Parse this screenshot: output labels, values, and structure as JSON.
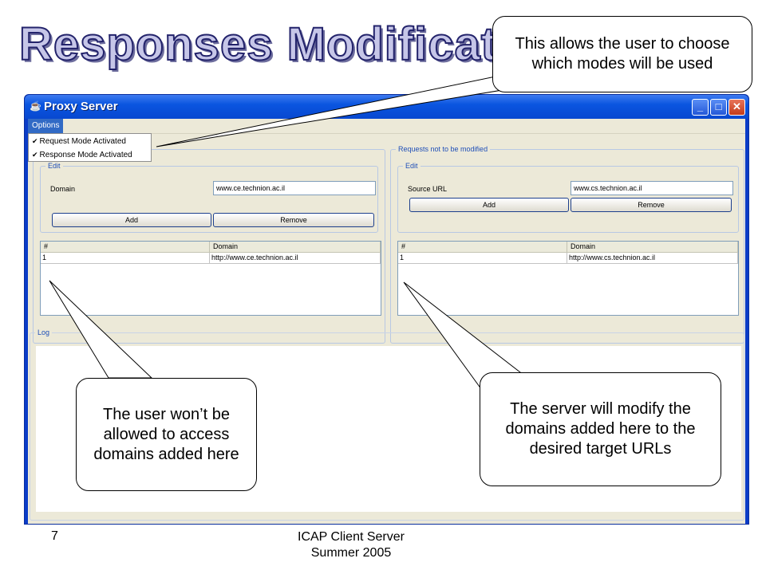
{
  "slide": {
    "title": "Responses Modification",
    "page_number": "7",
    "footer_line1": "ICAP Client Server",
    "footer_line2": "Summer 2005"
  },
  "window": {
    "title": "Proxy Server",
    "menu": {
      "options_label": "Options"
    },
    "dropdown": [
      {
        "label": "Request Mode Activated",
        "checked": true
      },
      {
        "label": "Response Mode Activated",
        "checked": true
      }
    ]
  },
  "left_panel": {
    "edit_label": "Edit",
    "field_label": "Domain",
    "field_value": "www.ce.technion.ac.il",
    "add_label": "Add",
    "remove_label": "Remove",
    "table": {
      "columns": [
        "#",
        "Domain"
      ],
      "rows": [
        [
          "1",
          "http://www.ce.technion.ac.il"
        ]
      ]
    }
  },
  "right_panel": {
    "group_label": "Requests not to be modified",
    "edit_label": "Edit",
    "field_label": "Source URL",
    "field_value": "www.cs.technion.ac.il",
    "add_label": "Add",
    "remove_label": "Remove",
    "table": {
      "columns": [
        "#",
        "Domain"
      ],
      "rows": [
        [
          "1",
          "http://www.cs.technion.ac.il"
        ]
      ]
    }
  },
  "log": {
    "label": "Log"
  },
  "callouts": {
    "modes": "This allows the user to choose which modes will be used",
    "blocked": "The user won’t be allowed to access domains added here",
    "modify": "The server will modify the domains added here to the desired target URLs"
  },
  "colors": {
    "title_blue": "#0848d0",
    "accent_menu": "#316ac5"
  }
}
